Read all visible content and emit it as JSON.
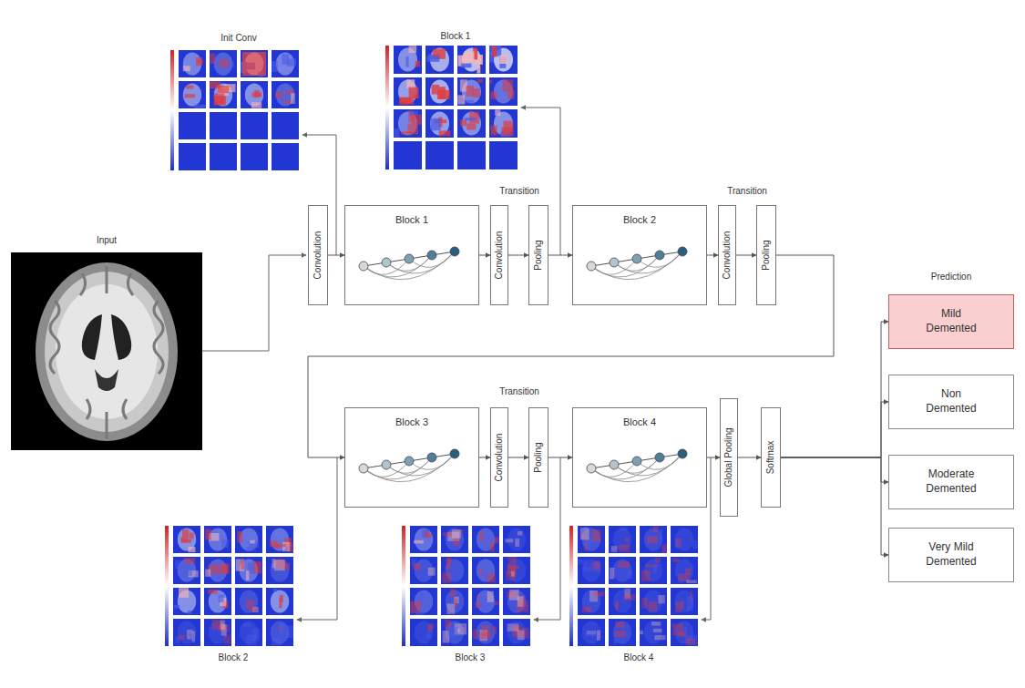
{
  "diagram": {
    "nodes": [
      {
        "text": [
          "Convolution"
        ]
      },
      {
        "text": [
          "Block 1"
        ]
      },
      {
        "text": [
          "Convolution"
        ]
      },
      {
        "text": [
          "Pooling"
        ]
      },
      {
        "text": [
          "Block 2"
        ]
      },
      {
        "text": [
          "Convolution"
        ]
      },
      {
        "text": [
          "Pooling"
        ]
      },
      {
        "text": [
          "Block 3"
        ]
      },
      {
        "text": [
          "Convolution"
        ]
      },
      {
        "text": [
          "Pooling"
        ]
      },
      {
        "text": [
          "Block 4"
        ]
      },
      {
        "text": [
          "Global Pooling"
        ]
      },
      {
        "text": [
          "Softmax"
        ]
      },
      {
        "text": [
          "Mild Demented"
        ]
      },
      {
        "text": [
          "Non Demented"
        ]
      },
      {
        "text": [
          "Moderate Demented"
        ]
      },
      {
        "text": [
          "Very Mild Demented"
        ]
      }
    ],
    "edges": [
      {
        "from": 0,
        "to": 1,
        "arrow": "to"
      },
      {
        "from": 1,
        "to": 2,
        "arrow": "to"
      },
      {
        "from": 2,
        "to": 3,
        "arrow": "to"
      },
      {
        "from": 3,
        "to": 4,
        "arrow": "to"
      },
      {
        "from": 4,
        "to": 5,
        "arrow": "to"
      },
      {
        "from": 5,
        "to": 6,
        "arrow": "to"
      },
      {
        "from": 6,
        "to": 7,
        "arrow": "to"
      },
      {
        "from": 7,
        "to": 8,
        "arrow": "to"
      },
      {
        "from": 8,
        "to": 9,
        "arrow": "to"
      },
      {
        "from": 9,
        "to": 10,
        "arrow": "to"
      },
      {
        "from": 10,
        "to": 11,
        "arrow": "to"
      },
      {
        "from": 11,
        "to": 12,
        "arrow": "to"
      },
      {
        "from": 12,
        "to": 13,
        "arrow": "to"
      },
      {
        "from": 12,
        "to": 14,
        "arrow": "to"
      },
      {
        "from": 12,
        "to": 15,
        "arrow": "to"
      },
      {
        "from": 12,
        "to": 16,
        "arrow": "to"
      }
    ],
    "labels": [
      "Input",
      "Init Conv",
      "Block 1",
      "Transition",
      "Transition",
      "Transition",
      "Prediction",
      "Block 2",
      "Block 3",
      "Block 4"
    ]
  }
}
